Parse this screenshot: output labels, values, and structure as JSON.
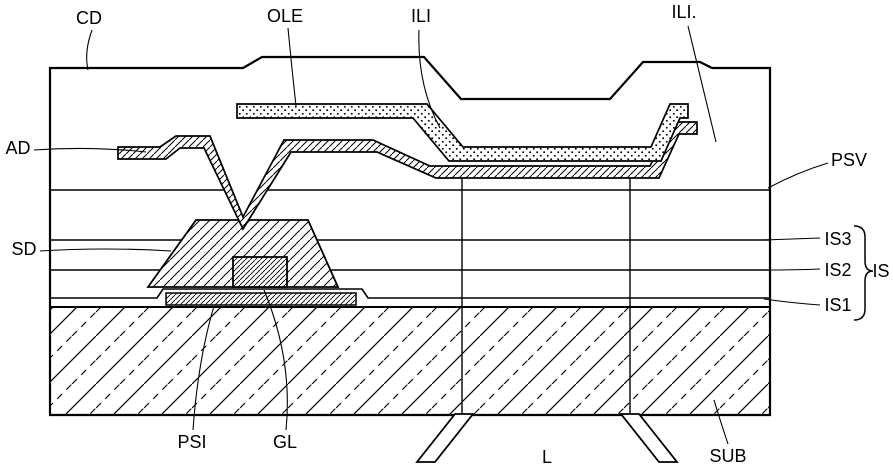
{
  "labels": {
    "top": {
      "cd": "CD",
      "ole": "OLE",
      "ili": "ILI",
      "ili_right": "ILI."
    },
    "left": {
      "ad": "AD",
      "sd": "SD"
    },
    "right": {
      "psv": "PSV",
      "is3": "IS3",
      "is2": "IS2",
      "is1": "IS1",
      "is_group": "IS"
    },
    "bottom": {
      "psi": "PSI",
      "gl": "GL",
      "l": "L",
      "sub": "SUB"
    }
  },
  "colors": {
    "ink": "#000000",
    "paper": "#ffffff"
  }
}
